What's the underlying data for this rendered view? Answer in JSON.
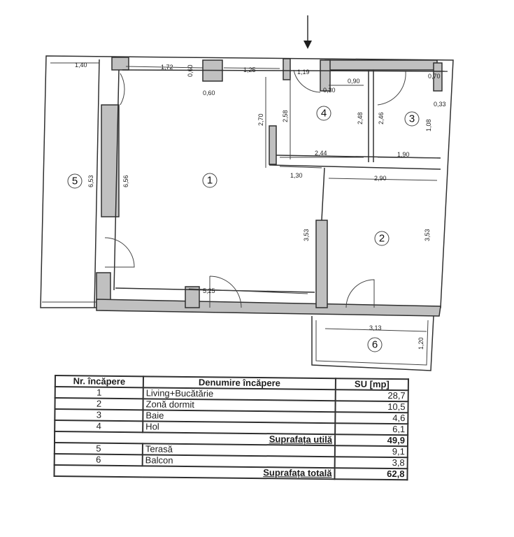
{
  "plan": {
    "rooms": [
      "1",
      "2",
      "3",
      "4",
      "5",
      "6"
    ],
    "dims": {
      "d140": "1,40",
      "d172": "1,72",
      "d060v": "0,60",
      "d060": "0,60",
      "d125": "1,25",
      "d119": "1,19",
      "d030": "0,30",
      "d090": "0,90",
      "d070": "0,70",
      "d033": "0,33",
      "d270": "2,70",
      "d258": "2,58",
      "d248": "2,48",
      "d246": "2,46",
      "d108": "1,08",
      "d244": "2,44",
      "d190": "1,90",
      "d130": "1,30",
      "d290": "2,90",
      "d653": "6,53",
      "d656": "6,56",
      "d353a": "3,53",
      "d353b": "3,53",
      "d525": "5,25",
      "d313": "3,13",
      "d120": "1,20"
    }
  },
  "table": {
    "headers": {
      "nr": "Nr. încăpere",
      "name": "Denumire încăpere",
      "su": "SU [mp]"
    },
    "rows": [
      {
        "nr": "1",
        "name": "Living+Bucătărie",
        "su": "28,7"
      },
      {
        "nr": "2",
        "name": "Zonă dormit",
        "su": "10,5"
      },
      {
        "nr": "3",
        "name": "Baie",
        "su": "4,6"
      },
      {
        "nr": "4",
        "name": "Hol",
        "su": "6,1"
      }
    ],
    "util_label": "Suprafața utilă",
    "util_value": "49,9",
    "rows2": [
      {
        "nr": "5",
        "name": "Terasă",
        "su": "9,1"
      },
      {
        "nr": "6",
        "name": "Balcon",
        "su": "3,8"
      }
    ],
    "total_label": "Suprafața totală",
    "total_value": "62,8"
  }
}
